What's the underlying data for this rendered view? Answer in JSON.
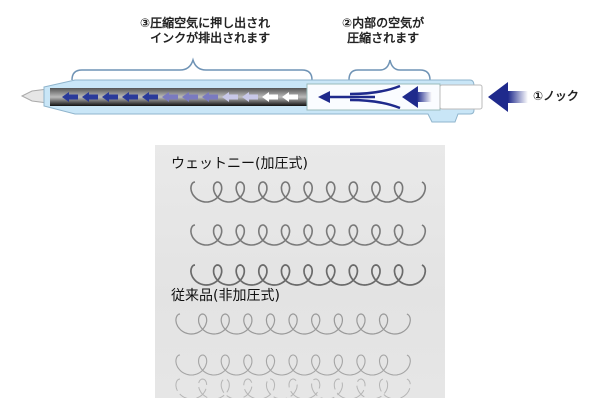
{
  "diagram": {
    "step3": [
      "③圧縮空気に押し出され",
      "インクが排出されます"
    ],
    "step2": [
      "②内部の空気が",
      "圧縮されます"
    ],
    "step1": "①ノック",
    "colors": {
      "body": "#c9e6f7",
      "outline": "#8fb4cc",
      "arrow": "#1f2a8c",
      "brace": "#6f93b5"
    }
  },
  "photo": {
    "pressurized_title": "ウェットニー(加圧式)",
    "conventional_title": "従来品(非加圧式)"
  }
}
